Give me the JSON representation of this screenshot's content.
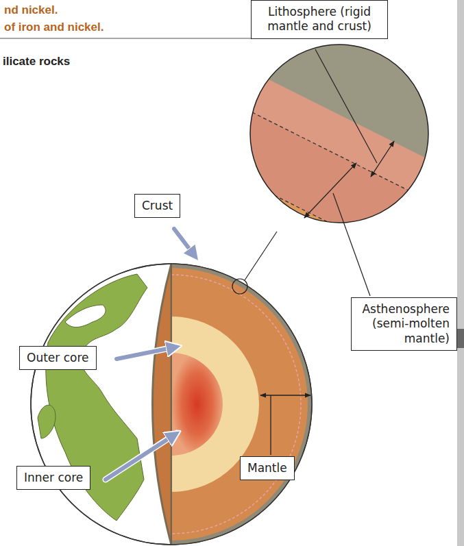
{
  "diagram": {
    "nodes": [
      {
        "text": [
          "nd nickel.",
          "of iron and nickel."
        ]
      },
      {
        "text": [
          "Lithosphere (rigid mantle and crust)"
        ]
      },
      {
        "text": [
          "Crust"
        ]
      },
      {
        "text": [
          "Asthenosphere (semi-molten mantle)"
        ]
      },
      {
        "text": [
          "Outer core"
        ]
      },
      {
        "text": [
          "Mantle"
        ]
      },
      {
        "text": [
          "Inner core"
        ]
      }
    ],
    "labels": [
      "ilicate rocks"
    ]
  }
}
